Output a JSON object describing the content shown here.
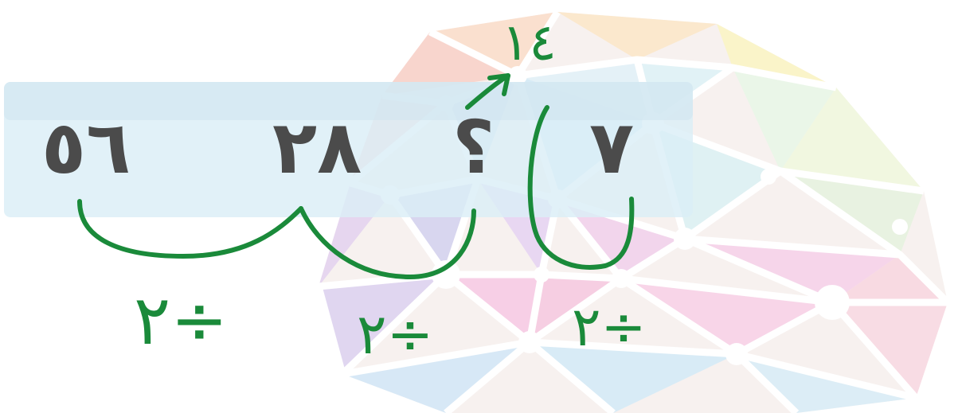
{
  "sequence": {
    "terms": [
      "٥٦",
      "٢٨",
      "؟",
      "٧"
    ]
  },
  "annotations": {
    "answer": "١٤",
    "operations": [
      "÷٢",
      "÷٢",
      "÷٢"
    ]
  },
  "colors": {
    "ink": "#1a8a3a",
    "printed": "#4b4b4b",
    "banner": "#dbeef6"
  }
}
